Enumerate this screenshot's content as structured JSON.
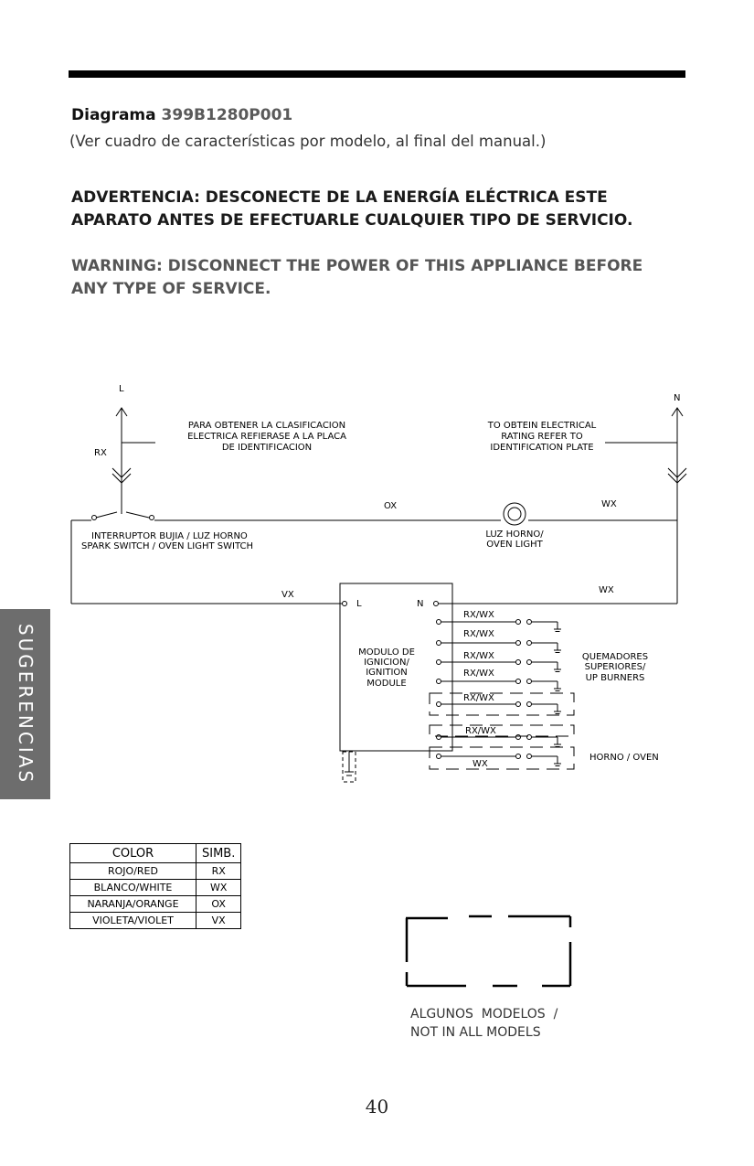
{
  "header": {
    "diagram_label": "Diagrama",
    "diagram_code": "399B1280P001",
    "subtitle": "(Ver cuadro de características por modelo, al final del manual.)"
  },
  "warnings": {
    "spanish_line1": "ADVERTENCIA:  DESCONECTE DE LA ENERGÍA ELÉCTRICA ESTE",
    "spanish_line2": "APARATO ANTES DE EFECTUARLE CUALQUIER TIPO DE SERVICIO.",
    "english_line1": "WARNING: DISCONNECT THE POWER OF THIS APPLIANCE BEFORE",
    "english_line2": "ANY TYPE OF SERVICE."
  },
  "side_tab": {
    "label": "SUGERENCIAS",
    "color": "#6d6d6d"
  },
  "diagram": {
    "line_label": "L",
    "neutral_label": "N",
    "rx_label": "RX",
    "note_es_1": "PARA OBTENER LA CLASIFICACION",
    "note_es_2": "ELECTRICA REFIERASE A LA PLACA",
    "note_es_3": "DE IDENTIFICACION",
    "note_en_1": "TO OBTEIN ELECTRICAL",
    "note_en_2": "RATING REFER TO",
    "note_en_3": "IDENTIFICATION PLATE",
    "ox_label": "OX",
    "wx_top_label": "WX",
    "switch_label_1": "INTERRUPTOR BUJIA / LUZ HORNO",
    "switch_label_2": "SPARK SWITCH / OVEN LIGHT SWITCH",
    "light_label_1": "LUZ HORNO/",
    "light_label_2": "OVEN LIGHT",
    "vx_label": "VX",
    "wx_mid_label": "WX",
    "module_l": "L",
    "module_n": "N",
    "module_label_1": "MODULO DE",
    "module_label_2": "IGNICION/",
    "module_label_3": "IGNITION",
    "module_label_4": "MODULE",
    "burner_wires": [
      "RX/WX",
      "RX/WX",
      "RX/WX",
      "RX/WX",
      "RX/WX",
      "RX/WX"
    ],
    "oven_wire": "WX",
    "burners_label_1": "QUEMADORES",
    "burners_label_2": "SUPERIORES/",
    "burners_label_3": "UP BURNERS",
    "oven_label": "HORNO / OVEN"
  },
  "legend": {
    "headers": [
      "COLOR",
      "SIMB."
    ],
    "rows": [
      [
        "ROJO/RED",
        "RX"
      ],
      [
        "BLANCO/WHITE",
        "WX"
      ],
      [
        "NARANJA/ORANGE",
        "OX"
      ],
      [
        "VIOLETA/VIOLET",
        "VX"
      ]
    ]
  },
  "models_note": {
    "line1": "ALGUNOS  MODELOS  /",
    "line2": "NOT IN ALL MODELS"
  },
  "page_number": "40"
}
